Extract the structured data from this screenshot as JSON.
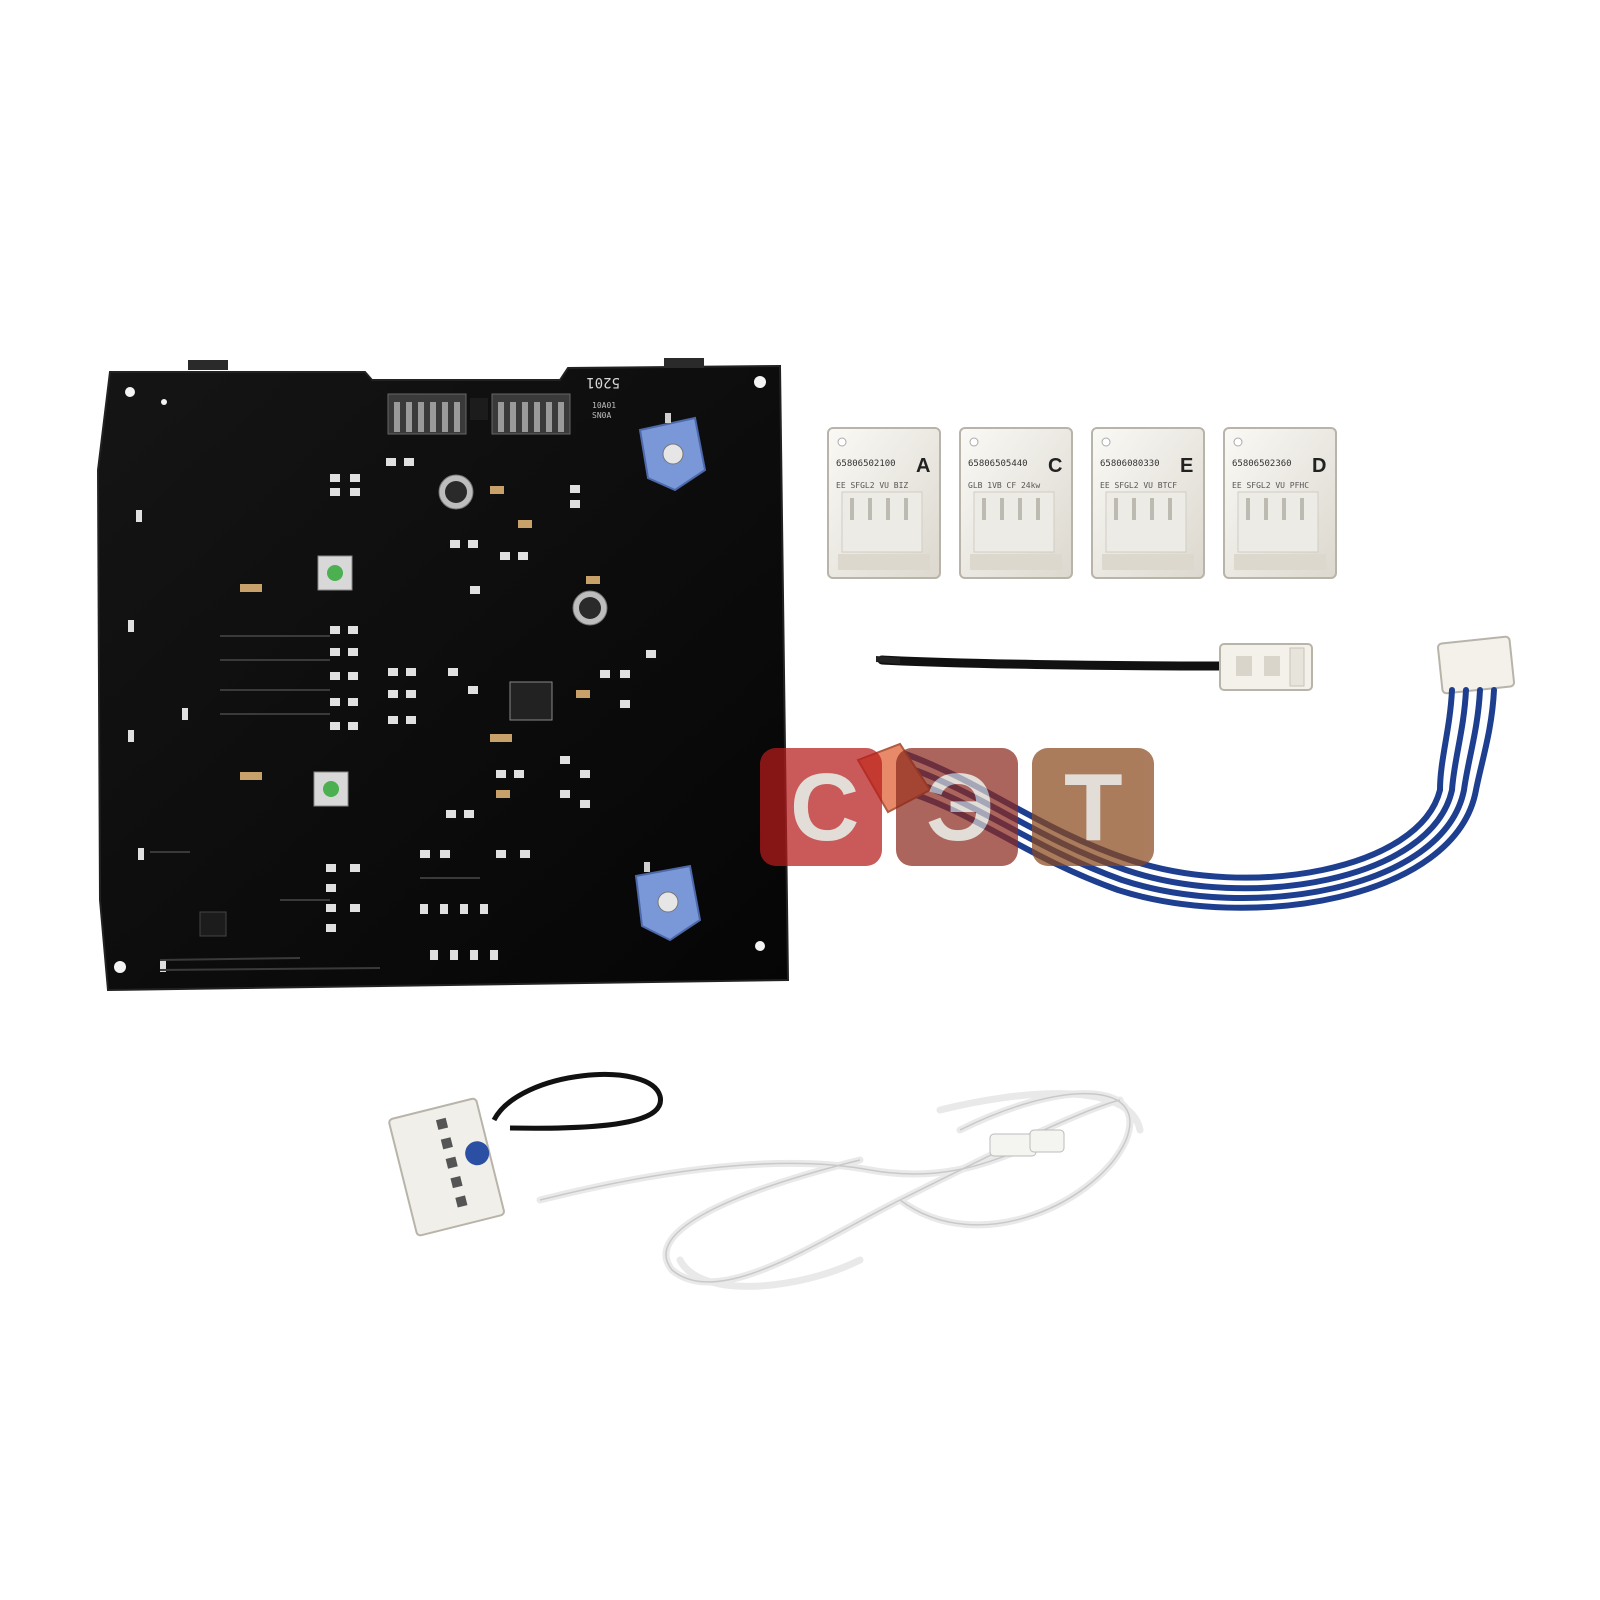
{
  "pcb": {
    "label": "5201",
    "sublabel_1": "10A01",
    "sublabel_2": "SN0A"
  },
  "coding_cards": [
    {
      "letter": "A",
      "code": "65806502100",
      "sub": "EE SFGL2 VU BIZ"
    },
    {
      "letter": "C",
      "code": "65806505440",
      "sub": "GLB 1VB CF 24kw"
    },
    {
      "letter": "E",
      "code": "65806080330",
      "sub": "EE SFGL2 VU BTCF"
    },
    {
      "letter": "D",
      "code": "65806502360",
      "sub": "EE SFGL2 VU PFHC"
    }
  ],
  "watermark": {
    "letters": [
      "С",
      "Э",
      "Т"
    ],
    "colors": [
      "#b71c1c",
      "#8b2a1e",
      "#8a4a1e"
    ]
  },
  "colors": {
    "pcb": "#0b0b0b",
    "potentiometer": "#7a97d8",
    "harness_blue": "#1e3f8f",
    "card_body": "#f1efe9"
  }
}
